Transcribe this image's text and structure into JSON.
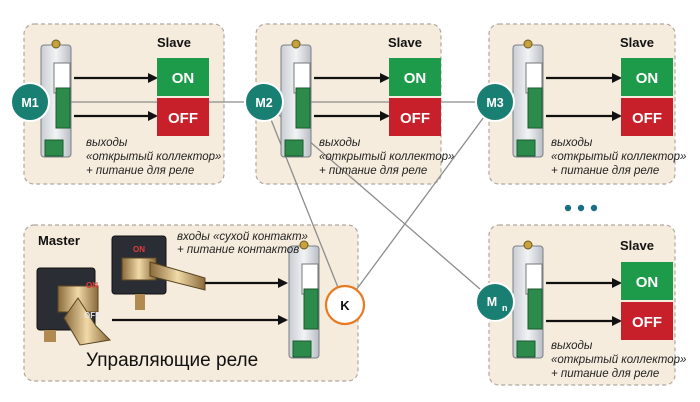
{
  "slave_label": "Slave",
  "master_label": "Master",
  "on_label": "ON",
  "off_label": "OFF",
  "outputs_caption": [
    "выходы",
    "«открытый коллектор»",
    "+ питание для реле"
  ],
  "inputs_caption": [
    "входы «сухой контакт»",
    "+ питание контактов"
  ],
  "master_caption": "Управляющие реле",
  "nodes": {
    "m1": "M1",
    "m2": "M2",
    "m3": "M3",
    "mn_main": "M",
    "mn_sub": "n",
    "k": "K"
  },
  "toggle_labels": {
    "on": "ON",
    "off": "OFF"
  },
  "colors": {
    "panel_fill": "#f5ecdd",
    "panel_border": "#b0a8a0",
    "on_green": "#1e9a4b",
    "off_red": "#c8202a",
    "node_teal": "#1a7f73",
    "k_ring": "#e87a22"
  }
}
